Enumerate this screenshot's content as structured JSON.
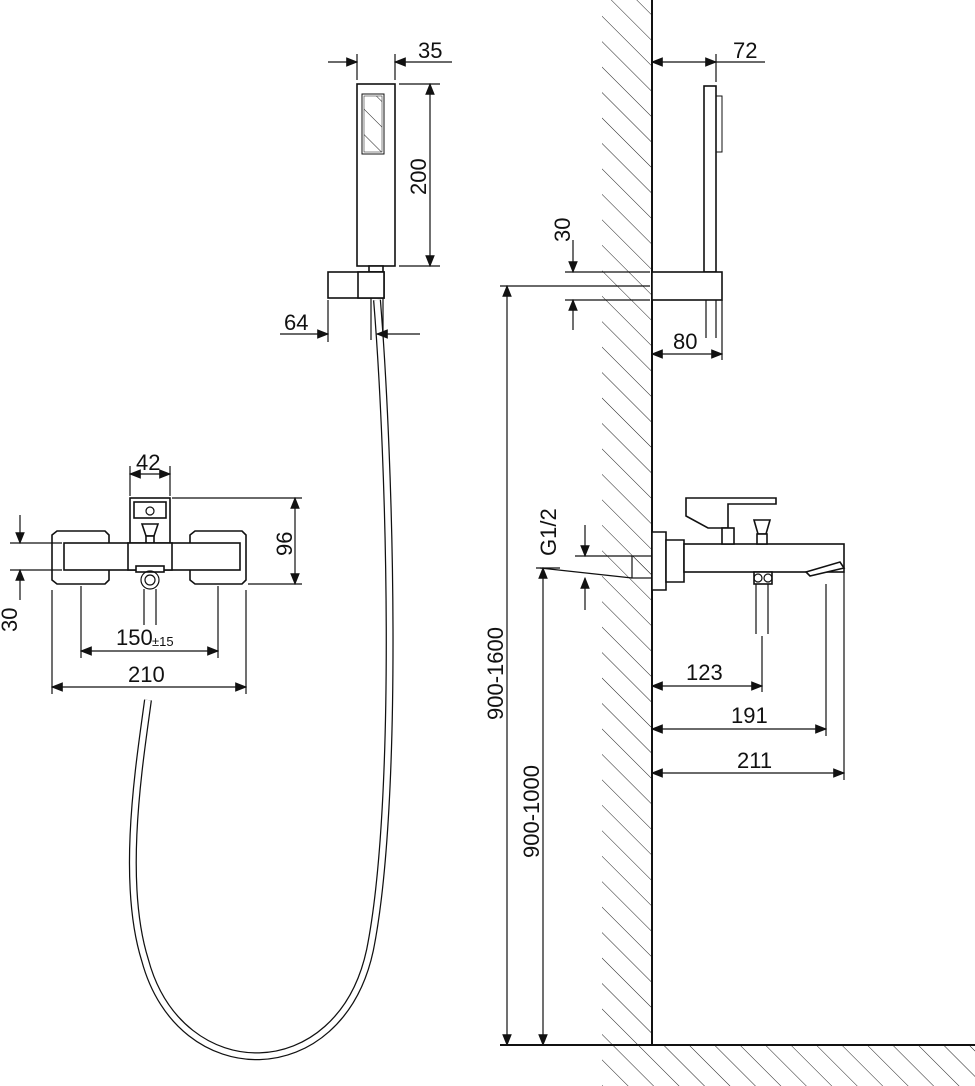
{
  "diagram": {
    "handshower": {
      "width": "35",
      "length": "200",
      "holder_offset": "64"
    },
    "wall_view": {
      "shower_depth": "72",
      "holder_height": "30",
      "holder_depth": "80",
      "thread": "G1/2",
      "spout_123": "123",
      "spout_191": "191",
      "spout_211": "211",
      "height_range_high": "900-1600",
      "height_range_low": "900-1000"
    },
    "front_view": {
      "top_width": "42",
      "height": "96",
      "side_height": "30",
      "center_distance": "150",
      "center_tolerance": "±15",
      "total_width": "210"
    }
  }
}
